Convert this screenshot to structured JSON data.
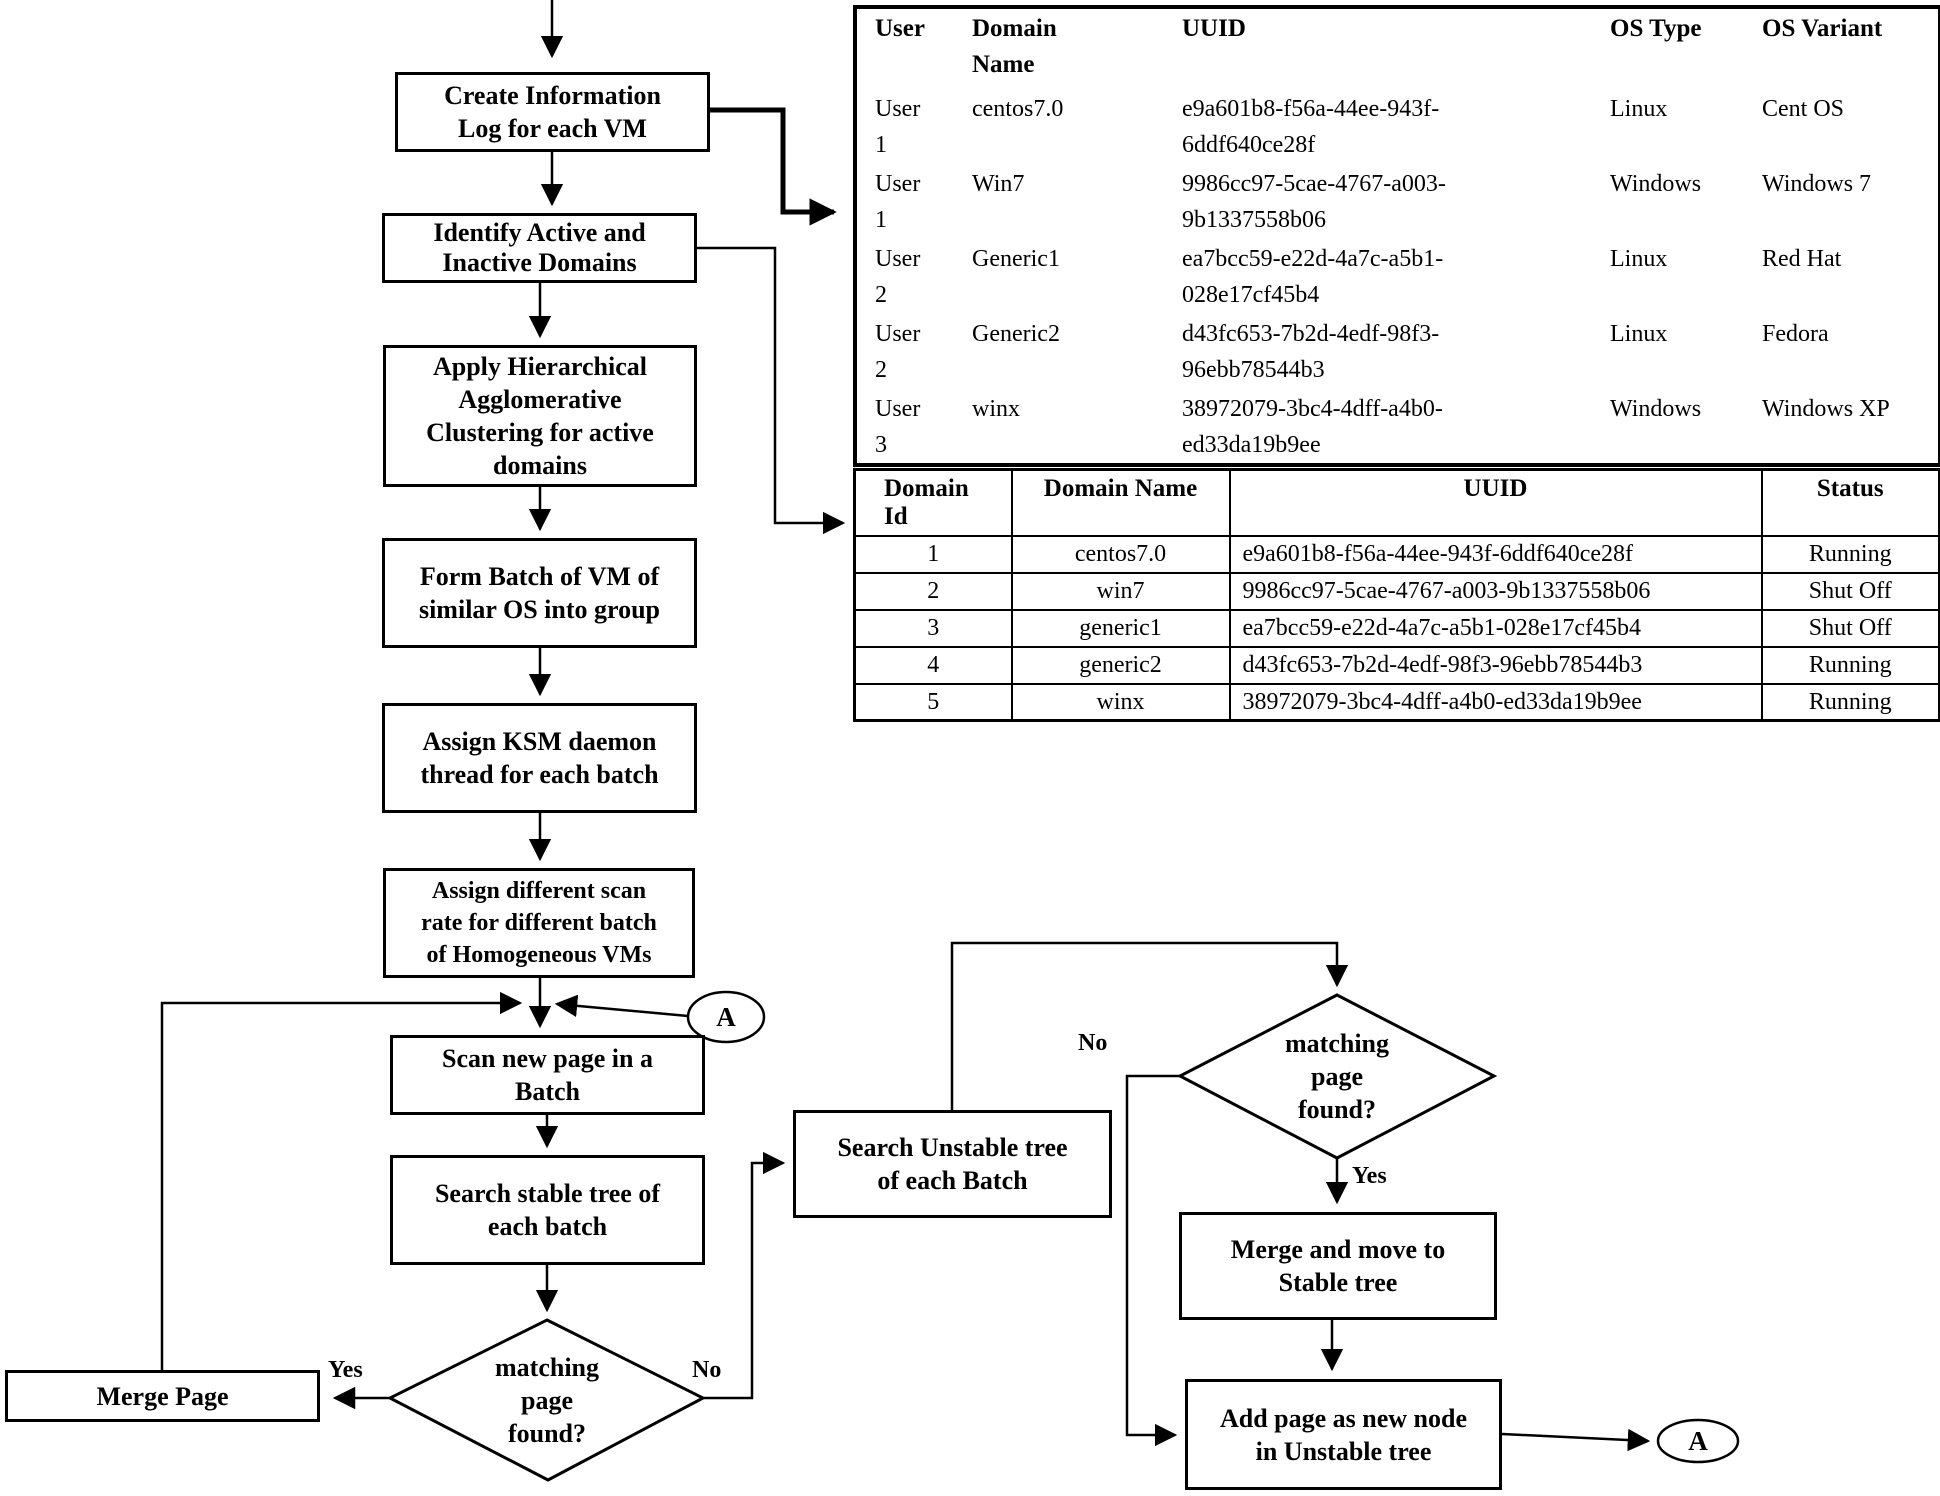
{
  "colors": {
    "ink": "#000000",
    "paper": "#ffffff"
  },
  "flow": {
    "boxes": {
      "create_log": "Create Information\nLog for each VM",
      "identify_domains": "Identify Active and\nInactive Domains",
      "clustering": "Apply Hierarchical\nAgglomerative\nClustering for active\ndomains",
      "form_batch": "Form Batch of VM of\nsimilar OS into group",
      "assign_ksm": "Assign KSM daemon\nthread for each batch",
      "assign_scan_rate": "Assign different scan\nrate for different batch\nof Homogeneous VMs",
      "scan_new_page": "Scan new page in a\nBatch",
      "search_stable": "Search stable tree of\neach batch",
      "search_unstable": "Search Unstable tree\nof each Batch",
      "merge_move_stable": "Merge and move to\nStable tree",
      "add_new_node": "Add page as new node\nin Unstable tree",
      "merge_page": "Merge Page"
    },
    "decisions": {
      "stable_match": "matching\npage\nfound?",
      "unstable_match": "matching\npage\nfound?"
    },
    "branch_labels": {
      "stable_yes": "Yes",
      "stable_no": "No",
      "unstable_no": "No",
      "unstable_yes": "Yes"
    },
    "connectors": {
      "a1": "A",
      "a2": "A"
    }
  },
  "tables": {
    "vm_info": {
      "headers": [
        "User",
        "Domain Name",
        "UUID",
        "OS Type",
        "OS Variant"
      ],
      "rows": [
        [
          "User 1",
          "centos7.0",
          "e9a601b8-f56a-44ee-943f-6ddf640ce28f",
          "Linux",
          "Cent OS"
        ],
        [
          "User 1",
          "Win7",
          "9986cc97-5cae-4767-a003-9b1337558b06",
          "Windows",
          "Windows 7"
        ],
        [
          "User 2",
          "Generic1",
          "ea7bcc59-e22d-4a7c-a5b1-028e17cf45b4",
          "Linux",
          "Red Hat"
        ],
        [
          "User 2",
          "Generic2",
          "d43fc653-7b2d-4edf-98f3-96ebb78544b3",
          "Linux",
          "Fedora"
        ],
        [
          "User 3",
          "winx",
          "38972079-3bc4-4dff-a4b0-ed33da19b9ee",
          "Windows",
          "Windows XP"
        ]
      ]
    },
    "domain_status": {
      "headers": [
        "Domain Id",
        "Domain Name",
        "UUID",
        "Status"
      ],
      "rows": [
        [
          "1",
          "centos7.0",
          "e9a601b8-f56a-44ee-943f-6ddf640ce28f",
          "Running"
        ],
        [
          "2",
          "win7",
          "9986cc97-5cae-4767-a003-9b1337558b06",
          "Shut Off"
        ],
        [
          "3",
          "generic1",
          "ea7bcc59-e22d-4a7c-a5b1-028e17cf45b4",
          "Shut Off"
        ],
        [
          "4",
          "generic2",
          "d43fc653-7b2d-4edf-98f3-96ebb78544b3",
          "Running"
        ],
        [
          "5",
          "winx",
          "38972079-3bc4-4dff-a4b0-ed33da19b9ee",
          "Running"
        ]
      ]
    }
  }
}
